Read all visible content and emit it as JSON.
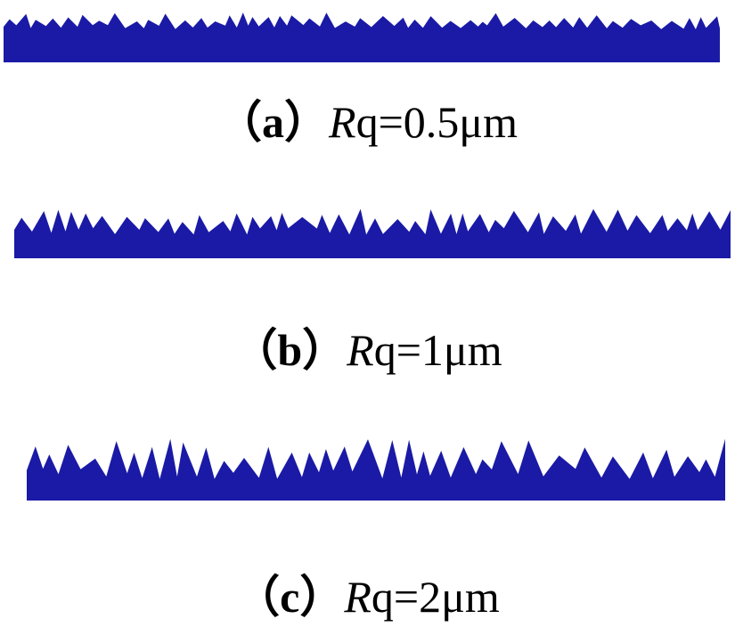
{
  "colors": {
    "profile_fill": "#1a1aa6",
    "text": "#000000"
  },
  "panels": [
    {
      "tag": "（a）",
      "var": "R",
      "rest": "q=0.5μm",
      "rq": 0.5
    },
    {
      "tag": "（b）",
      "var": "R",
      "rest": "q=1μm",
      "rq": 1
    },
    {
      "tag": "（c）",
      "var": "R",
      "rest": "q=2μm",
      "rq": 2
    }
  ]
}
